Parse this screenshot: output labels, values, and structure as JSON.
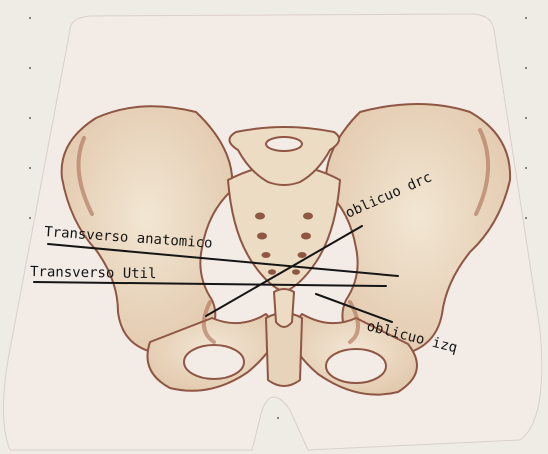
{
  "annotations": {
    "transverso_anatomico": "Transverso anatomico",
    "transverso_util": "Transverso Util",
    "oblicuo_derecho": "oblicuo drc",
    "oblicuo_izquierdo": "oblicuo izq"
  },
  "colors": {
    "paper": "#efebe5",
    "cutout": "#f3ebe6",
    "bone": "#ecdcc4",
    "bone_shadow": "#9a5a46",
    "ink": "#151515"
  }
}
